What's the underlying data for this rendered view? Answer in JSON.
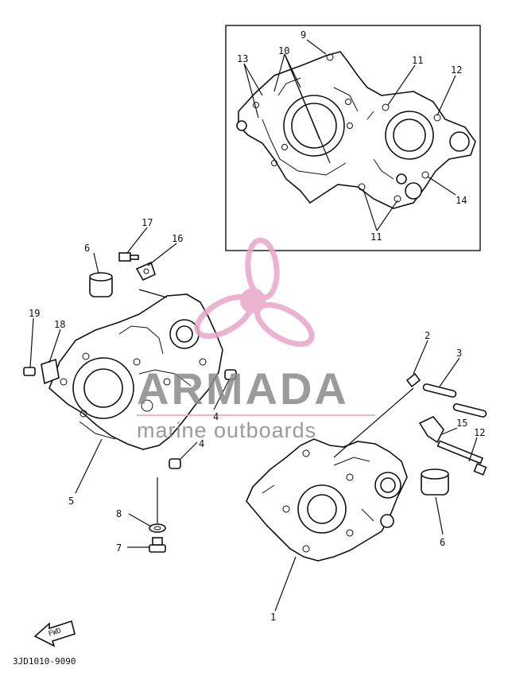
{
  "diagram": {
    "drawing_code": "3JD1010-9090",
    "fwd_label": "FWD",
    "callouts": {
      "c1": "1",
      "c2": "2",
      "c3": "3",
      "c4a": "4",
      "c4b": "4",
      "c5": "5",
      "c6a": "6",
      "c6b": "6",
      "c7": "7",
      "c8": "8",
      "c9": "9",
      "c10": "10",
      "c11a": "11",
      "c11b": "11",
      "c12a": "12",
      "c12b": "12",
      "c13": "13",
      "c14": "14",
      "c15": "15",
      "c16": "16",
      "c17": "17",
      "c18": "18",
      "c19": "19"
    }
  },
  "watermark": {
    "title": "ARMADA",
    "subtitle": "marine outboards",
    "color_pink": "#e9a6c8",
    "color_gray": "#8a8a8a"
  }
}
